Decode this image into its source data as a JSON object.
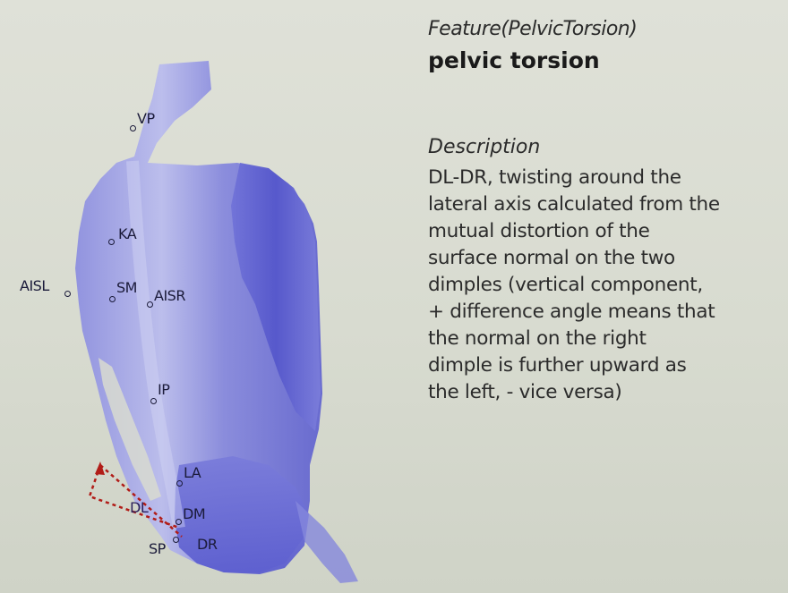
{
  "feature": {
    "title": "Feature(PelvicTorsion)",
    "name": "pelvic torsion"
  },
  "description": {
    "heading": "Description",
    "lines": [
      "DL-DR, twisting around the",
      "lateral axis calculated from the",
      "mutual distortion of the",
      "surface normal on the two",
      "dimples (vertical component,",
      "+ difference angle means that",
      "the normal on the right",
      "dimple is further upward as",
      "the left, - vice versa)"
    ]
  },
  "landmarks": {
    "vp": "VP",
    "ka": "KA",
    "aisl": "AISL",
    "sm": "SM",
    "aisr": "AISR",
    "ip": "IP",
    "la": "LA",
    "dl": "DL",
    "dm": "DM",
    "sp": "SP",
    "dr": "DR"
  },
  "colors": {
    "body_fill": "#6d6fd6",
    "body_highlight": "#c7c8ee",
    "marker": "#b11c17"
  }
}
